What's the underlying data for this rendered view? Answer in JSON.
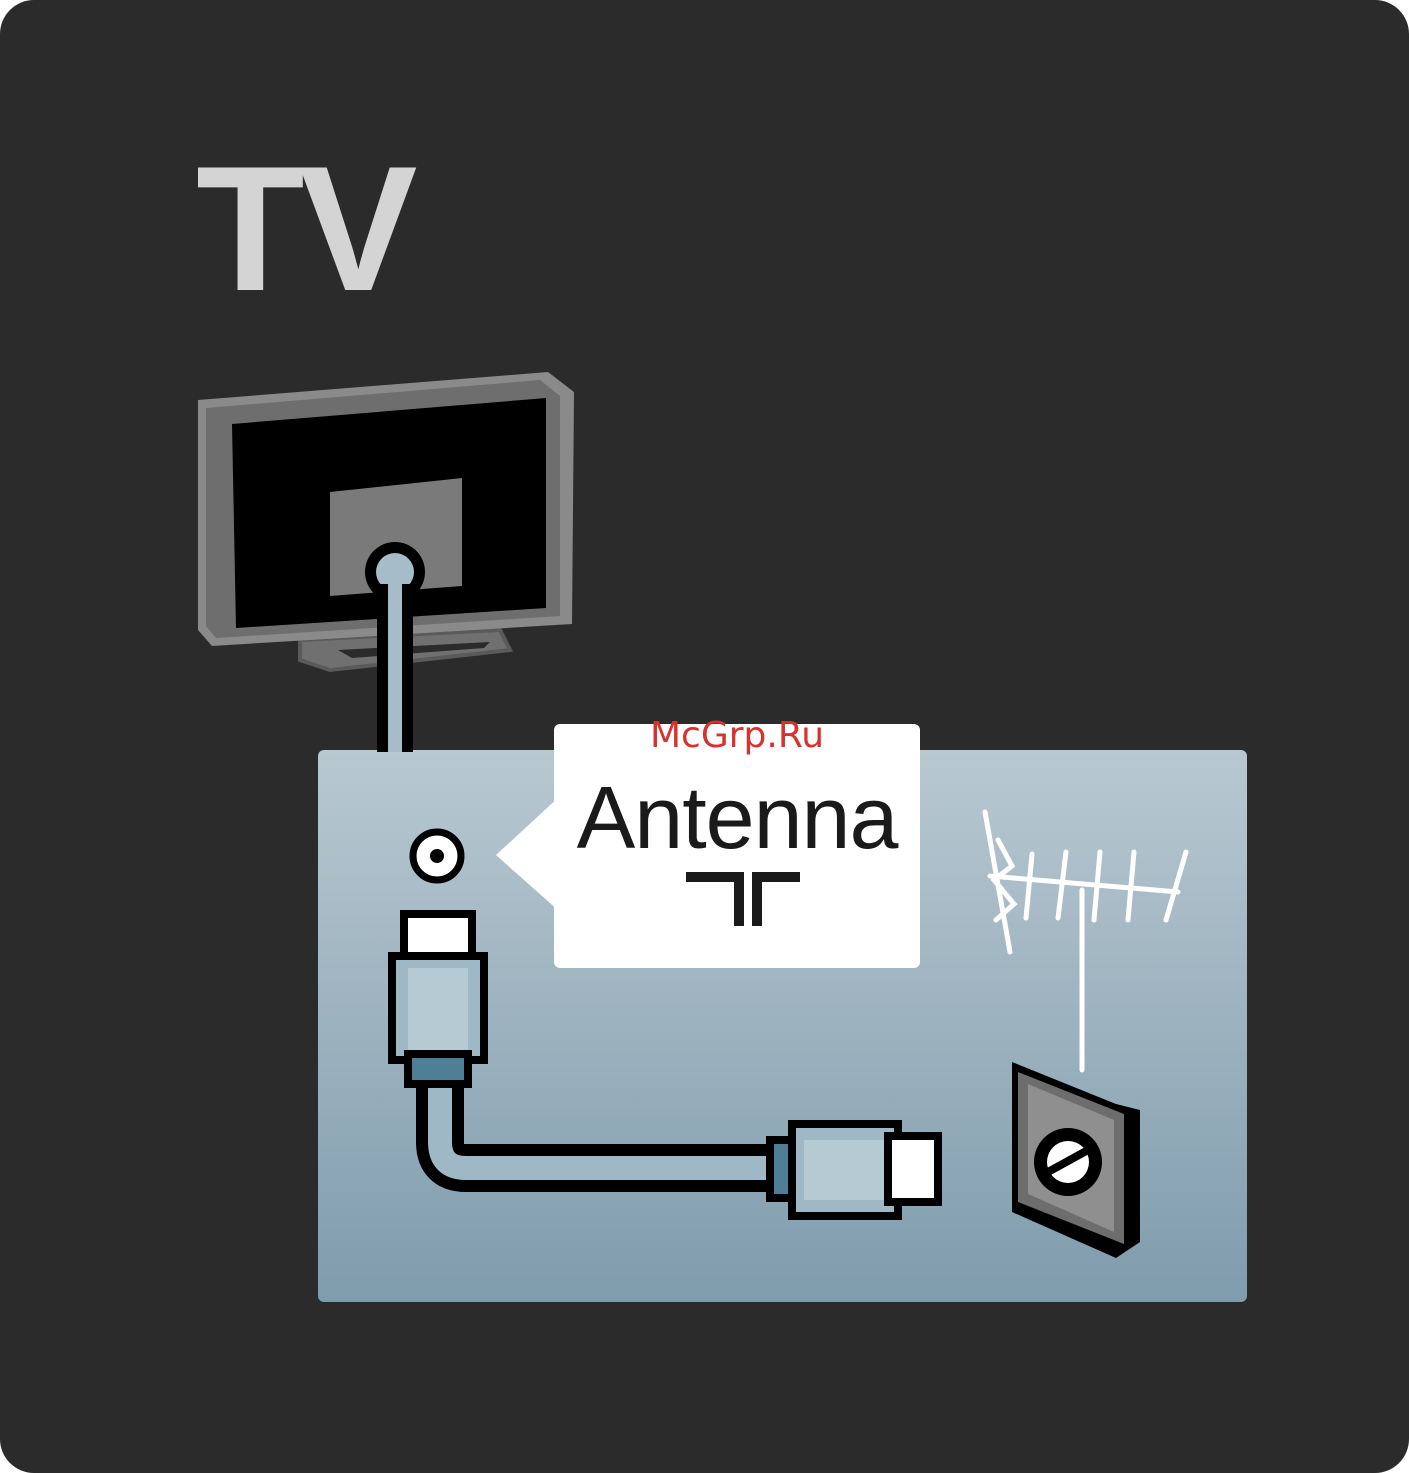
{
  "diagram": {
    "title": "TV",
    "callout_label": "Antenna",
    "watermark": "McGrp.Ru"
  },
  "icons": {
    "tv": "tv-back-icon",
    "antenna_port": "antenna-port-icon",
    "antenna_symbol": "antenna-symbol-icon",
    "coax_cable": "coax-cable-icon",
    "aerial": "aerial-antenna-icon",
    "wall_socket": "wall-socket-icon"
  },
  "colors": {
    "background": "#2b2b2b",
    "title": "#d4d4d4",
    "box_top": "#b8c8d1",
    "box_bottom": "#7f9cad",
    "cable": "#9fb8c6",
    "watermark": "#d8322f"
  }
}
